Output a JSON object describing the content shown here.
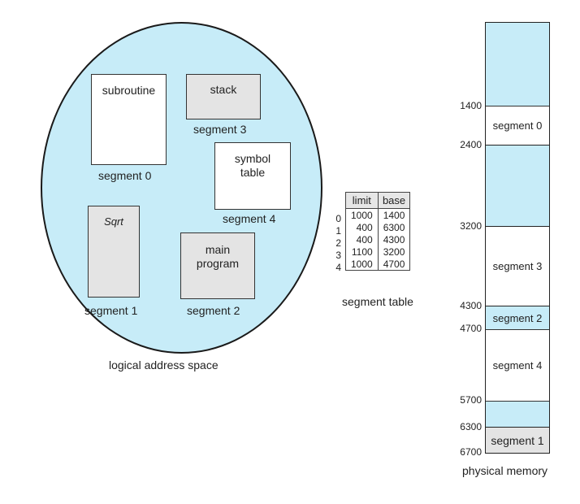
{
  "logical": {
    "title": "logical address space",
    "segments": {
      "subroutine": {
        "text": "subroutine",
        "caption": "segment 0"
      },
      "stack": {
        "text": "stack",
        "caption": "segment 3"
      },
      "symbol_table": {
        "text_line1": "symbol",
        "text_line2": "table",
        "caption": "segment 4"
      },
      "sqrt": {
        "text": "Sqrt",
        "caption": "segment 1"
      },
      "main": {
        "text_line1": "main",
        "text_line2": "program",
        "caption": "segment 2"
      }
    }
  },
  "segment_table": {
    "title": "segment table",
    "headers": {
      "limit": "limit",
      "base": "base"
    },
    "rows": [
      {
        "index": "0",
        "limit": "1000",
        "base": "1400"
      },
      {
        "index": "1",
        "limit": "400",
        "base": "6300"
      },
      {
        "index": "2",
        "limit": "400",
        "base": "4300"
      },
      {
        "index": "3",
        "limit": "1100",
        "base": "3200"
      },
      {
        "index": "4",
        "limit": "1000",
        "base": "4700"
      }
    ]
  },
  "physical": {
    "title": "physical memory",
    "addresses": [
      "1400",
      "2400",
      "3200",
      "4300",
      "4700",
      "5700",
      "6300",
      "6700"
    ],
    "blocks": {
      "seg0": "segment 0",
      "seg3": "segment 3",
      "seg2": "segment 2",
      "seg4": "segment 4",
      "seg1": "segment 1"
    }
  },
  "colors": {
    "free": "#c7ecf8",
    "used": "#ffffff",
    "segment_gray": "#e4e4e4"
  }
}
